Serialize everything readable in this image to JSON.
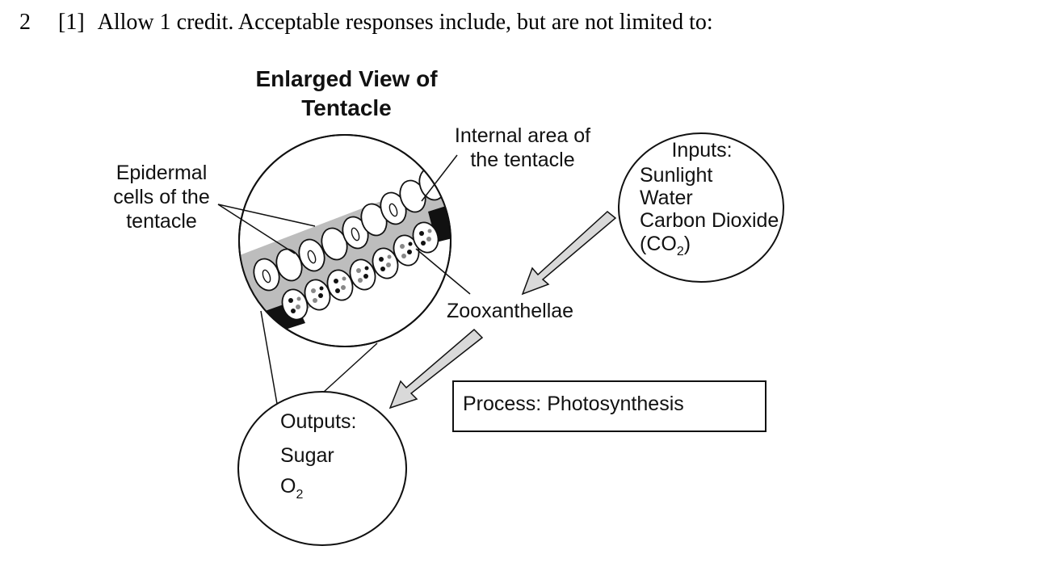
{
  "header": {
    "number": "2",
    "points": "[1]",
    "text": "Allow 1 credit. Acceptable responses include, but are not limited to:"
  },
  "diagram": {
    "title_line1": "Enlarged View of",
    "title_line2": "Tentacle",
    "epidermal_label": [
      "Epidermal",
      "cells of the",
      "tentacle"
    ],
    "internal_label": [
      "Internal area of",
      "the tentacle"
    ],
    "zooxanthellae_label": "Zooxanthellae",
    "inputs": {
      "heading": "Inputs:",
      "items": [
        "Sunlight",
        "Water",
        "Carbon Dioxide"
      ],
      "co2_open": "(CO",
      "co2_sub": "2",
      "co2_close": ")"
    },
    "process_label": "Process: Photosynthesis",
    "outputs": {
      "heading": "Outputs:",
      "item1": "Sugar",
      "o2_main": "O",
      "o2_sub": "2"
    },
    "colors": {
      "tentacle_fill": "#bdbdbd",
      "arrow_fill": "#d9d9d9",
      "band": "#111111"
    }
  }
}
